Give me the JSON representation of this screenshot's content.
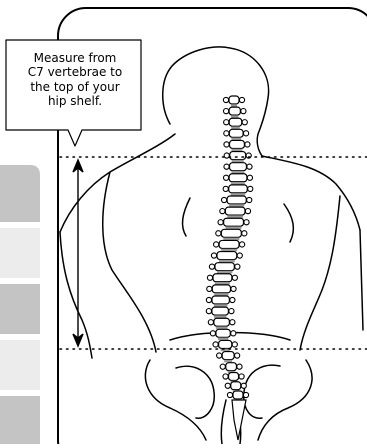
{
  "callout": {
    "lines": [
      "Measure from",
      "C7 vertebrae to",
      "the top of your",
      "hip shelf."
    ]
  },
  "colors": {
    "outline": "#000000",
    "spine_fill": "#ffffff",
    "disc": "#999999",
    "tab_fill": "#bcbcbc",
    "tab_fill_light": "#e6e6e6"
  },
  "icons": {
    "measure_arrow": "double-headed-vertical-arrow"
  }
}
